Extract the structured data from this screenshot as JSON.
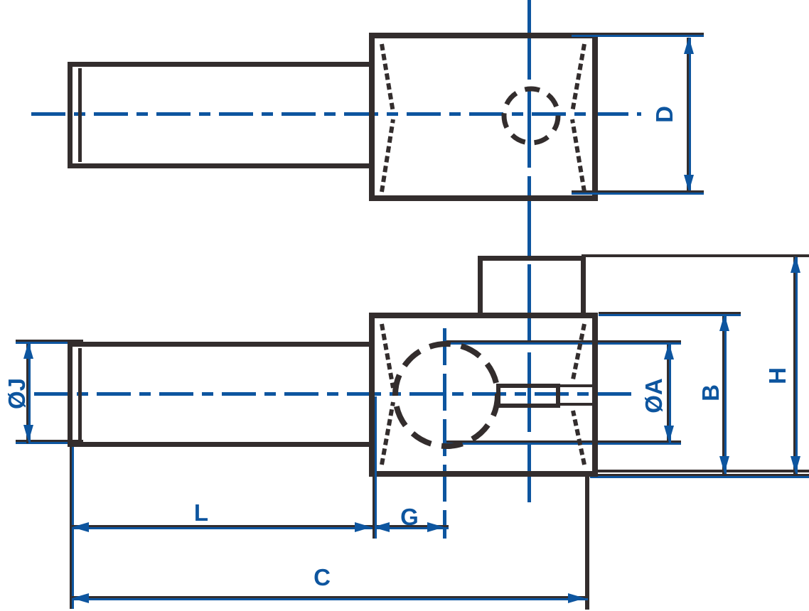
{
  "drawing": {
    "labels": {
      "d": "D",
      "phi_j": "ØJ",
      "phi_a": "ØA",
      "b": "B",
      "h": "H",
      "l": "L",
      "g": "G",
      "c": "C"
    },
    "colors": {
      "dimension_blue": "#0d559f",
      "outline_dark": "#332d2d"
    }
  }
}
